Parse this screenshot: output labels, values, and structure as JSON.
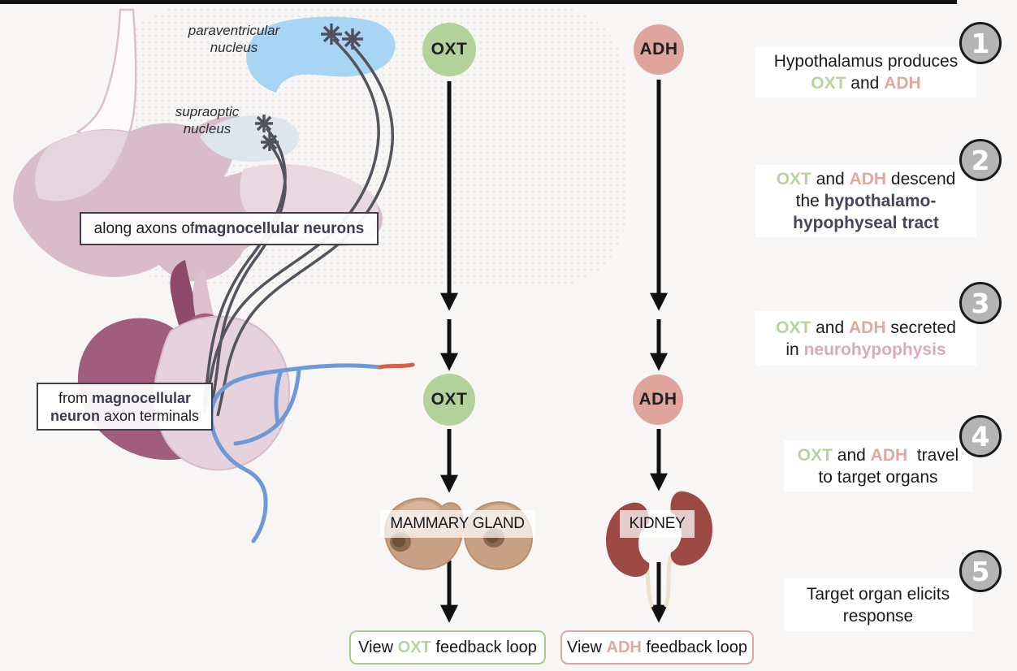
{
  "palette": {
    "background": "#f7f6f4",
    "oxt_green": "#b3d29b",
    "adh_pink": "#dfa49b",
    "tract_navy": "#45455c",
    "neurohypophysis_rose": "#d9a9bd",
    "step_circle_gray": "#b4b4b4",
    "arrow_black": "#111111"
  },
  "anatomy": {
    "paraventricular_label": "paraventricular\nnucleus",
    "supraoptic_label": "supraoptic\nnucleus",
    "axons_callout": [
      {
        "t": "along axons of "
      },
      {
        "t": "magnocellular neurons",
        "c": "boldnavy"
      }
    ],
    "terminals_callout_lines": [
      [
        {
          "t": "from "
        },
        {
          "t": "magnocellular",
          "c": "boldnavy"
        }
      ],
      [
        {
          "t": "neuron",
          "c": "boldnavy"
        },
        {
          "t": " axon terminals"
        }
      ]
    ]
  },
  "flow": {
    "oxt": {
      "hormone_top": "OXT",
      "hormone_mid": "OXT",
      "organ_label": "MAMMARY GLAND",
      "button": [
        {
          "t": "View "
        },
        {
          "t": "OXT",
          "c": "green"
        },
        {
          "t": " feedback loop"
        }
      ]
    },
    "adh": {
      "hormone_top": "ADH",
      "hormone_mid": "ADH",
      "organ_label": "KIDNEY",
      "button": [
        {
          "t": "View "
        },
        {
          "t": "ADH",
          "c": "pink"
        },
        {
          "t": " feedback loop"
        }
      ]
    }
  },
  "steps": [
    {
      "number": "1",
      "lines": [
        [
          {
            "t": "Hypothalamus produces"
          }
        ],
        [
          {
            "t": "OXT",
            "c": "green"
          },
          {
            "t": " and "
          },
          {
            "t": "ADH",
            "c": "pink"
          }
        ]
      ]
    },
    {
      "number": "2",
      "lines": [
        [
          {
            "t": "OXT",
            "c": "green"
          },
          {
            "t": " and "
          },
          {
            "t": "ADH",
            "c": "pink"
          },
          {
            "t": " descend"
          }
        ],
        [
          {
            "t": "the "
          },
          {
            "t": "hypothalamo-",
            "c": "navy"
          }
        ],
        [
          {
            "t": "hypophyseal tract",
            "c": "navy"
          }
        ]
      ]
    },
    {
      "number": "3",
      "lines": [
        [
          {
            "t": "OXT",
            "c": "green"
          },
          {
            "t": " and "
          },
          {
            "t": "ADH",
            "c": "pink"
          },
          {
            "t": " secreted"
          }
        ],
        [
          {
            "t": "in "
          },
          {
            "t": "neurohypophysis",
            "c": "rose"
          }
        ]
      ]
    },
    {
      "number": "4",
      "lines": [
        [
          {
            "t": "OXT",
            "c": "green"
          },
          {
            "t": " and "
          },
          {
            "t": "ADH",
            "c": "pink"
          },
          {
            "t": "  travel"
          }
        ],
        [
          {
            "t": "to target organs"
          }
        ]
      ]
    },
    {
      "number": "5",
      "lines": [
        [
          {
            "t": "Target organ elicits"
          }
        ],
        [
          {
            "t": "response"
          }
        ]
      ]
    }
  ]
}
